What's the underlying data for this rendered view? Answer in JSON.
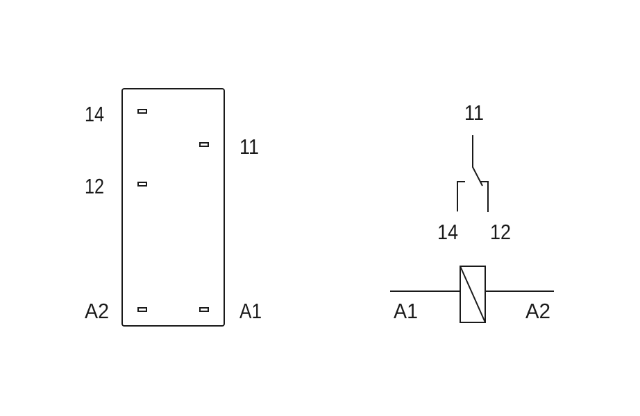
{
  "pinout": {
    "labels": {
      "pin14": "14",
      "pin11": "11",
      "pin12": "12",
      "pinA2": "A2",
      "pinA1": "A1"
    }
  },
  "schematic": {
    "labels": {
      "common": "11",
      "no": "14",
      "nc": "12",
      "coilA1": "A1",
      "coilA2": "A2"
    }
  }
}
